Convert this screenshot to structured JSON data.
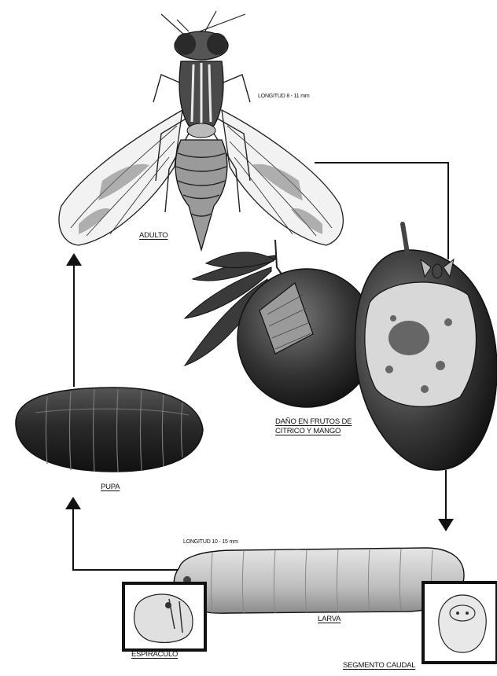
{
  "labels": {
    "adulto": "ADULTO",
    "longitud_adulto": "LONGITUD 8 - 11 mm",
    "dano_line1": "DAÑO EN FRUTOS DE",
    "dano_line2": "CITRICO Y MANGO",
    "pupa": "PUPA",
    "longitud_larva": "LONGITUD 10 - 15 mm",
    "larva": "LARVA",
    "espiraculo": "ESPIRACULO",
    "segmento_caudal": "SEGMENTO CAUDAL"
  },
  "colors": {
    "ink": "#111111",
    "fruit": "#2a2a2a",
    "fruit_light": "#6a6a6a",
    "pupa": "#2e2e2e",
    "larva": "#cfcfcf",
    "wing": "#f2f2f2"
  }
}
